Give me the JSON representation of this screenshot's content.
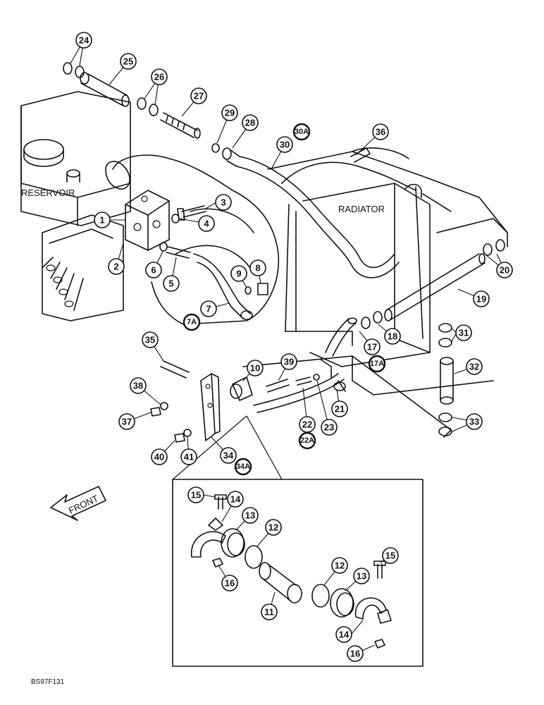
{
  "labels": {
    "reservoir": "RESERVOIR",
    "radiator": "RADIATOR",
    "front": "FRONT",
    "drawing_code": "BS97F131"
  },
  "callouts": [
    "1",
    "2",
    "3",
    "4",
    "5",
    "6",
    "7",
    "7A",
    "8",
    "9",
    "10",
    "11",
    "12",
    "13",
    "14",
    "15",
    "16",
    "17",
    "17A",
    "18",
    "19",
    "20",
    "21",
    "22",
    "22A",
    "23",
    "24",
    "25",
    "26",
    "27",
    "28",
    "29",
    "30",
    "30A",
    "31",
    "32",
    "33",
    "34",
    "34A",
    "35",
    "36",
    "37",
    "38",
    "39",
    "40",
    "41"
  ]
}
